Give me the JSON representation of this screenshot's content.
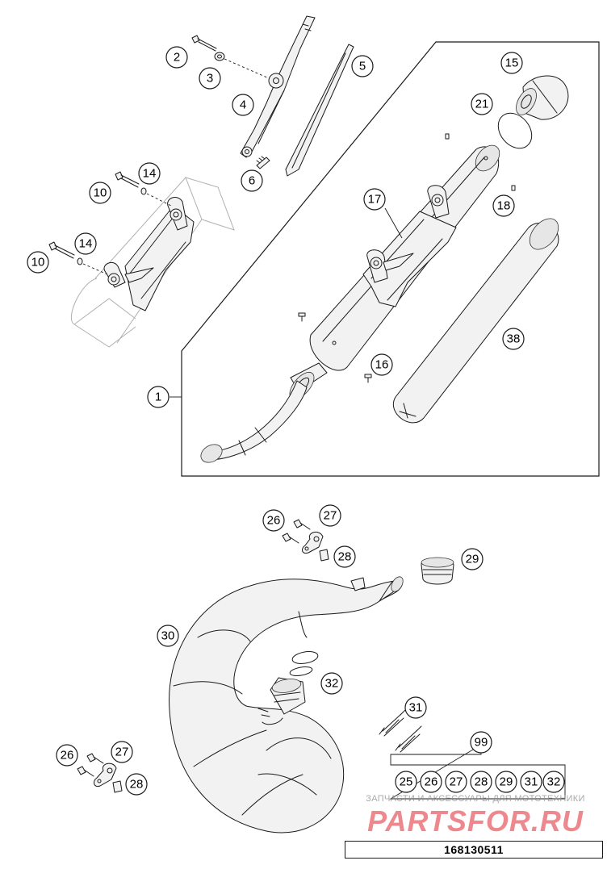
{
  "callouts": {
    "c1": "1",
    "c2": "2",
    "c3": "3",
    "c4": "4",
    "c5": "5",
    "c6": "6",
    "c10a": "10",
    "c10b": "10",
    "c14a": "14",
    "c14b": "14",
    "c15": "15",
    "c16": "16",
    "c17": "17",
    "c18": "18",
    "c21": "21",
    "c38": "38",
    "c26a": "26",
    "c27a": "27",
    "c28a": "28",
    "c29": "29",
    "c30": "30",
    "c31": "31",
    "c32": "32",
    "c26b": "26",
    "c27b": "27",
    "c28b": "28",
    "c99": "99"
  },
  "kit": {
    "items": [
      "25",
      "26",
      "27",
      "28",
      "29",
      "31",
      "32"
    ]
  },
  "footer": {
    "code": "168130511"
  },
  "watermark": {
    "caption": "ЗАПЧАСТИ И АКСЕССУАРЫ ДЛЯ МОТОТЕХНИКИ",
    "logo": "PARTSFOR.RU"
  }
}
